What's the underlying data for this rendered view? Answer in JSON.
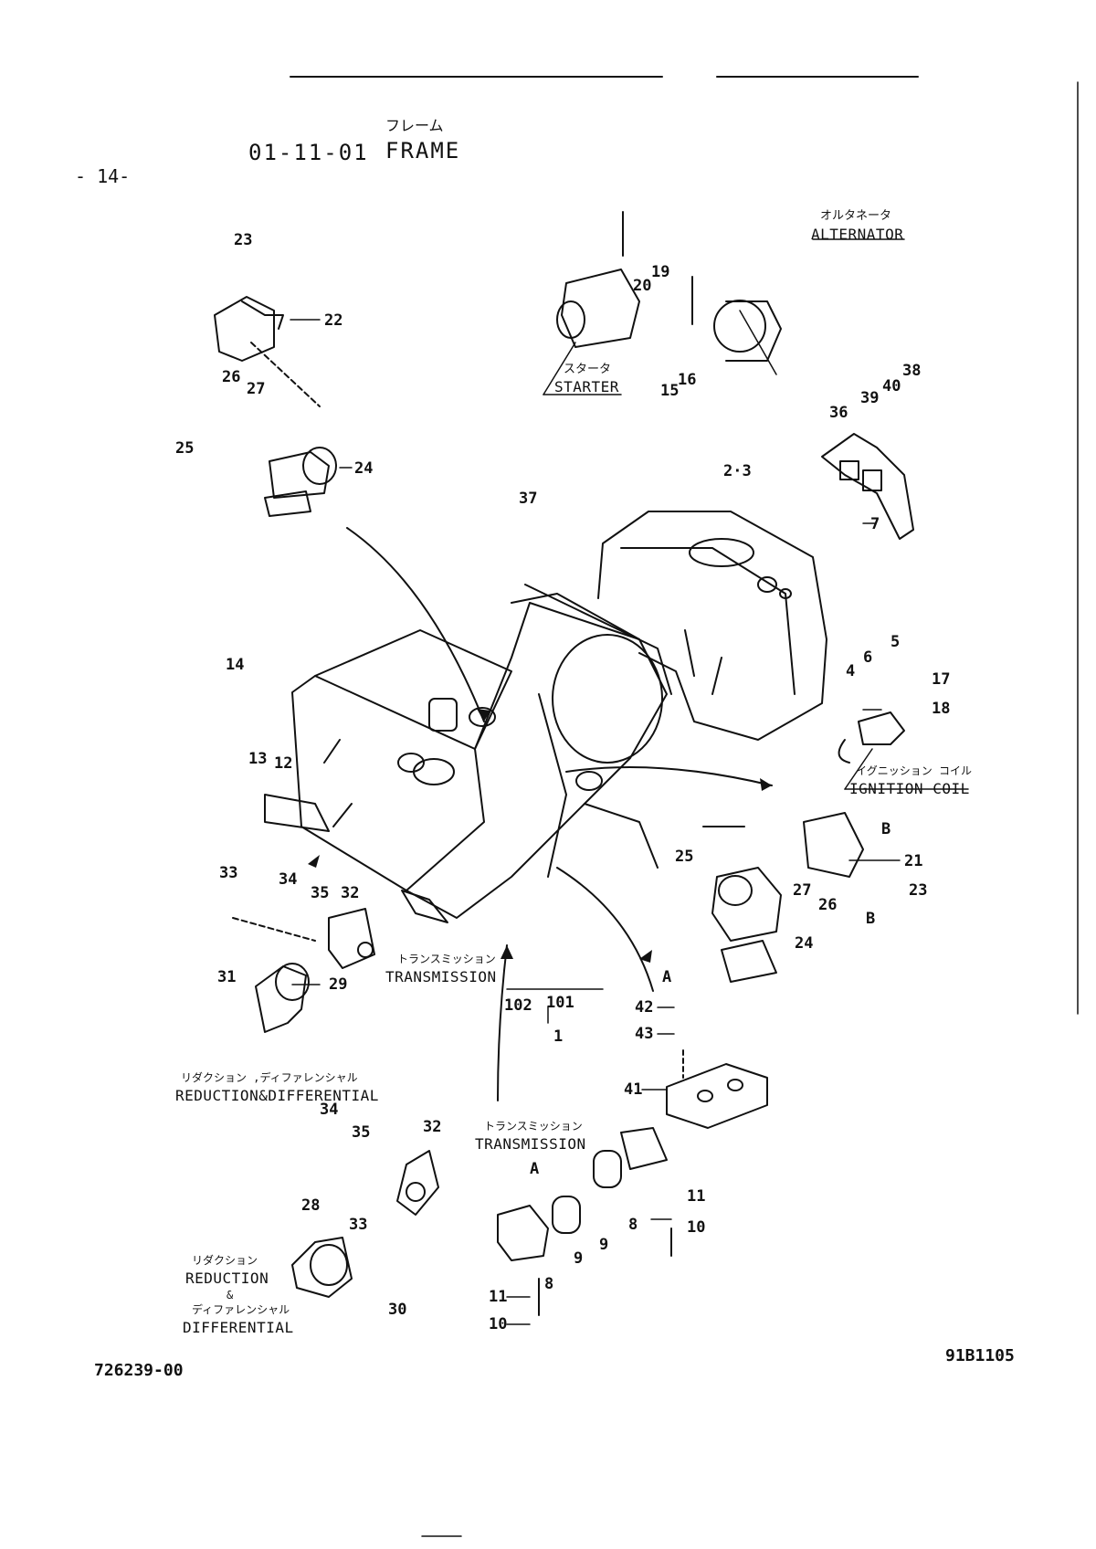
{
  "header": {
    "page_number": "- 14-",
    "section_code": "01-11-01",
    "title_jp": "フレーム",
    "title_en": "FRAME"
  },
  "labels": {
    "alternator_jp": "オルタネータ",
    "alternator_en": "ALTERNATOR",
    "starter_jp": "スタータ",
    "starter_en": "STARTER",
    "ignition_jp": "イグニッション コイル",
    "ignition_en": "IGNITION COIL",
    "transmission1_jp": "トランスミッション",
    "transmission1_en": "TRANSMISSION",
    "transmission2_jp": "トランスミッション",
    "transmission2_en": "TRANSMISSION",
    "reddiff_jp": "リダクション ,ディファレンシャル",
    "reddiff_en": "REDUCTION&DIFFERENTIAL",
    "reduction_jp": "リダクション",
    "reduction_en": "REDUCTION",
    "amp": "&",
    "differential_jp": "ディファレンシャル",
    "differential_en": "DIFFERENTIAL",
    "view_a1": "A",
    "view_a2": "A",
    "view_b1": "B",
    "view_b2": "B"
  },
  "callouts": {
    "n23a": "23",
    "n22": "22",
    "n26a": "26",
    "n27a": "27",
    "n25a": "25",
    "n24a": "24",
    "n20": "20",
    "n19": "19",
    "n15": "15",
    "n16": "16",
    "n38a": "38",
    "n39": "39",
    "n40": "40",
    "n36": "36",
    "n23b": "2·3",
    "n37": "37",
    "n7": "7",
    "n5": "5",
    "n4": "4",
    "n6": "6",
    "n17": "17",
    "n18": "18",
    "n14": "14",
    "n13": "13",
    "n12": "12",
    "n21": "21",
    "n25b": "25",
    "n27b": "27",
    "n26b": "26",
    "n24b": "24",
    "n23c": "23",
    "n33a": "33",
    "n34a": "34",
    "n35a": "35",
    "n32a": "32",
    "n31": "31",
    "n29": "29",
    "n102": "102",
    "n101": "101",
    "n1": "1",
    "n42": "42",
    "n43": "43",
    "n41": "41",
    "n34b": "34",
    "n35b": "35",
    "n32b": "32",
    "n33b": "33",
    "n28": "28",
    "n30": "30",
    "n11a": "11",
    "n10a": "10",
    "n8a": "8",
    "n9a": "9",
    "n9b": "9",
    "n8b": "8",
    "n11b": "11",
    "n10b": "10"
  },
  "footer": {
    "part_number": "726239-00",
    "drawing_number": "91B1105"
  }
}
